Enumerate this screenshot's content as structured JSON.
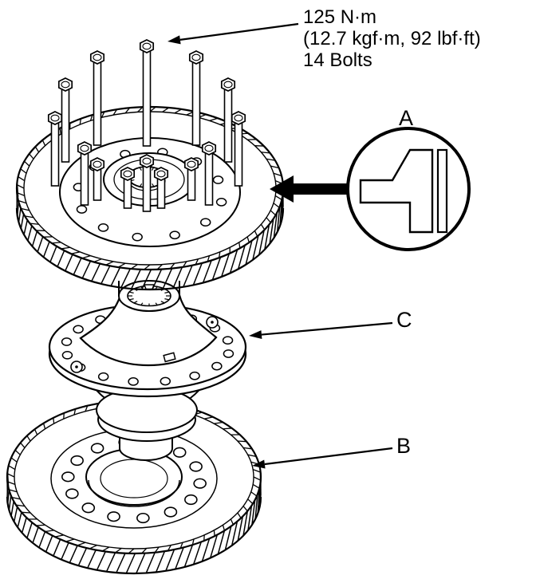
{
  "callouts": {
    "torque": {
      "line1": "125 N·m",
      "line2": "(12.7 kgf·m, 92 lbf·ft)",
      "line3": "14 Bolts"
    },
    "label_a": "A",
    "label_b": "B",
    "label_c": "C"
  },
  "icons": {
    "detail_circle": "magnified-section-circle-icon",
    "thick_arrow": "section-pointer-arrow-icon",
    "leader_arrow": "callout-leader-arrow-icon"
  },
  "colors": {
    "line": "#000000",
    "background": "#ffffff"
  }
}
